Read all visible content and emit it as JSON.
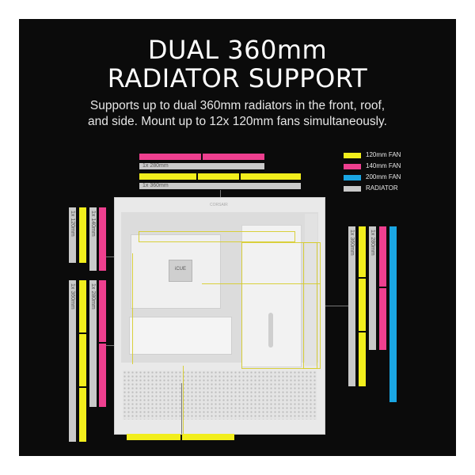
{
  "heading": {
    "line1": "DUAL 360mm",
    "line2": "RADIATOR SUPPORT"
  },
  "description": {
    "line1": "Supports up to dual 360mm radiators in the front, roof,",
    "line2": "and side. Mount up to 12x 120mm fans simultaneously."
  },
  "legend": [
    {
      "label": "120mm FAN",
      "color": "#f2ee1c"
    },
    {
      "label": "140mm FAN",
      "color": "#ee3f8f"
    },
    {
      "label": "200mm FAN",
      "color": "#1aa6e3"
    },
    {
      "label": "RADIATOR",
      "color": "#c9c9c9"
    }
  ],
  "radiator_labels": {
    "top_280": "1x 280mm",
    "top_360": "1x 360mm",
    "left_120": "1x 120mm",
    "left_140": "1x 140mm",
    "left_360": "1x 360mm",
    "left_280": "1x 280mm",
    "right_360": "1x 360mm",
    "right_280": "1x 280mm"
  },
  "case_brand": "CORSAIR",
  "cooler_brand": "iCUE",
  "colors": {
    "background": "#0b0b0b",
    "fan_120": "#f2ee1c",
    "fan_140": "#ee3f8f",
    "fan_200": "#1aa6e3",
    "radiator": "#c9c9c9"
  }
}
